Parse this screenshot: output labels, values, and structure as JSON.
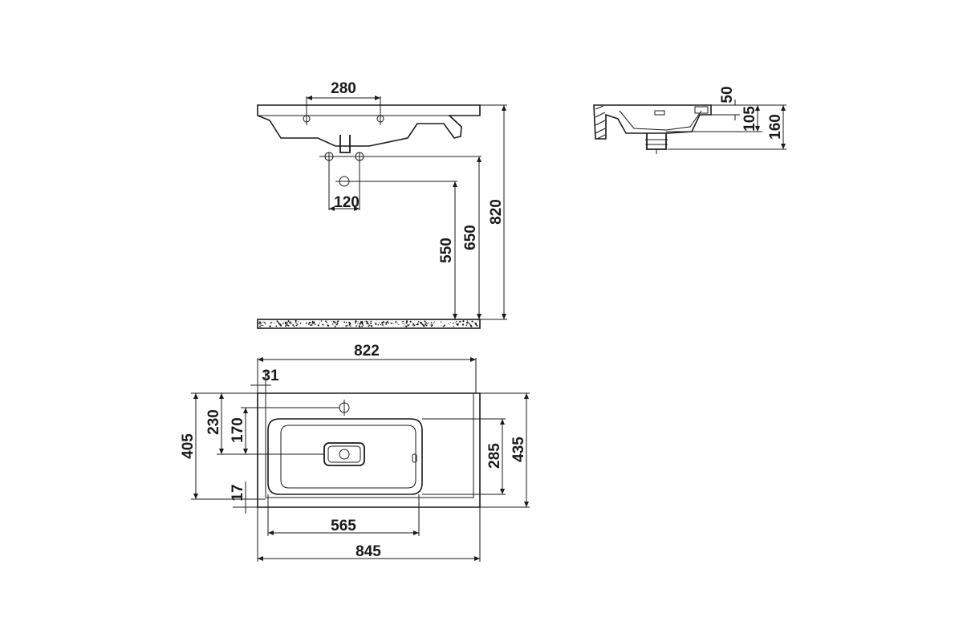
{
  "side_view": {
    "tap_hole_spacing": "280",
    "trap_spacing": "120",
    "waste_height": "550",
    "trap_height": "650",
    "overall_height": "820"
  },
  "section_view": {
    "rim_to_overflow": "50",
    "overflow_depth": "105",
    "basin_depth": "160"
  },
  "plan_view": {
    "inner_width": "822",
    "tap_offset": "31",
    "tap_to_drain": "230",
    "front_to_bowl": "170",
    "overall_depth_left": "405",
    "bowl_depth": "285",
    "overall_depth_right": "435",
    "front_lip": "17",
    "bowl_width": "565",
    "overall_width": "845"
  }
}
